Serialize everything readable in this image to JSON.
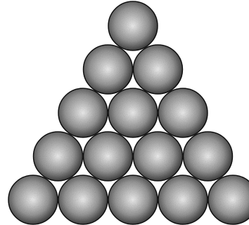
{
  "scene": {
    "subject": "ball-pyramid",
    "rows": [
      1,
      2,
      3,
      4,
      5
    ],
    "total_balls": 15,
    "colors": {
      "background": "#ffffff",
      "ball_highlight": "#f4f4f4",
      "ball_mid": "#9a9a9a",
      "ball_shadow": "#1e1e1e",
      "outline": "#111111"
    }
  }
}
